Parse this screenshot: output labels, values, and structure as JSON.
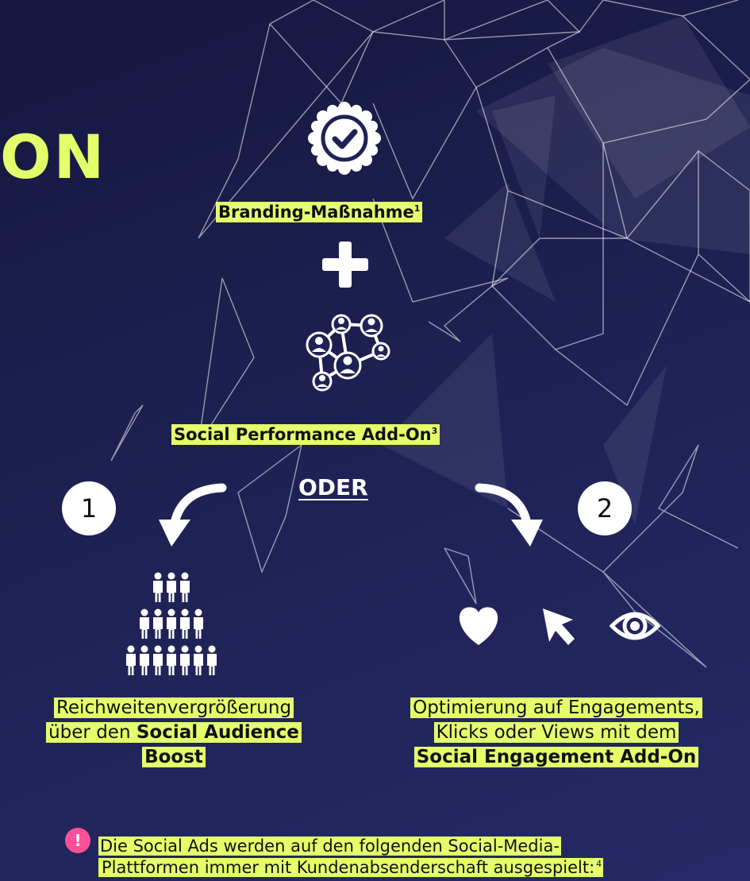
{
  "heading": {
    "text": "ON"
  },
  "branding": {
    "label": "Branding-Maßnahme",
    "sup": "1"
  },
  "plus": {
    "symbol": "+"
  },
  "social_performance": {
    "label": "Social Performance Add-On",
    "sup": "3"
  },
  "oder": {
    "text": "ODER"
  },
  "option1": {
    "number": "1",
    "caption_line1": "Reichweitenvergrößerung",
    "caption_line2_prefix": "über den ",
    "caption_line2_bold": "Social Audience",
    "caption_line3_bold": "Boost"
  },
  "option2": {
    "number": "2",
    "caption_line1": "Optimierung auf Engagements,",
    "caption_line2": "Klicks oder Views mit dem",
    "caption_line3_bold": "Social Engagement Add-On"
  },
  "note": {
    "icon": "!",
    "line1": "Die Social Ads werden auf den folgenden Social-Media-",
    "line2": "Plattformen immer mit Kundenabsenderschaft ausgespielt:",
    "sup": "4"
  },
  "icons": [
    "badge-check-icon",
    "plus-icon",
    "network-people-icon",
    "curved-arrow-left-icon",
    "curved-arrow-right-icon",
    "people-pyramid-icon",
    "heart-icon",
    "cursor-icon",
    "eye-icon"
  ],
  "colors": {
    "background": "#1c1e4d",
    "highlight": "#e5ff6b",
    "warning": "#ff4f9a",
    "text": "#ffffff"
  }
}
